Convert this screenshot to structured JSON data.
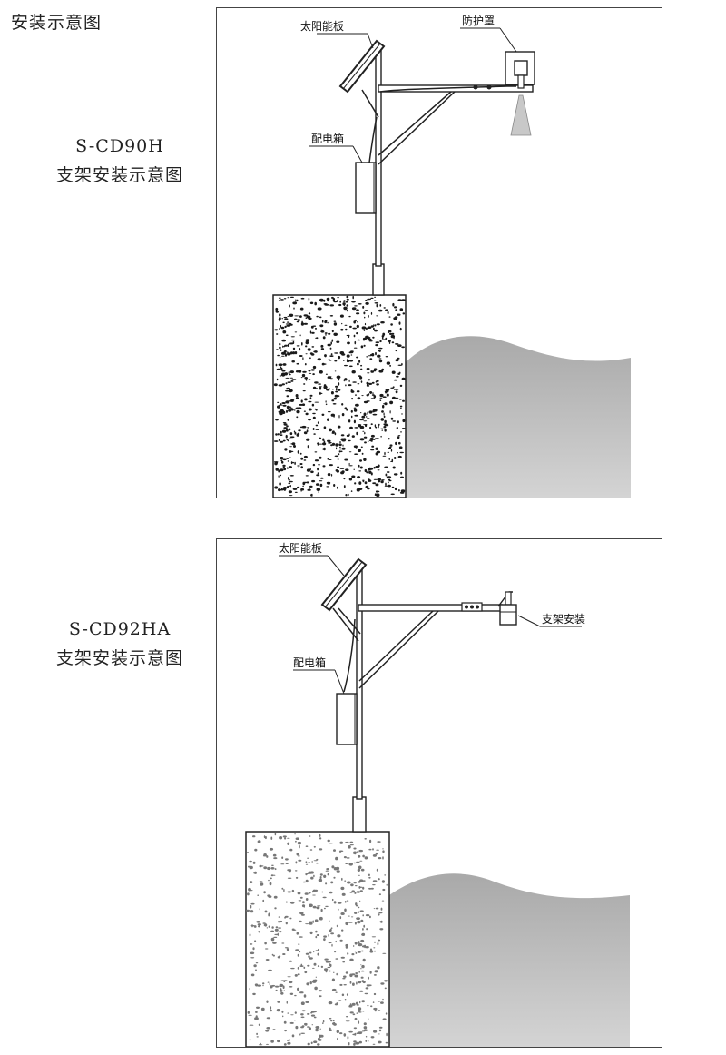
{
  "page_title": "安装示意图",
  "diagram1": {
    "model": "S-CD90H",
    "description": "支架安装示意图",
    "labels": {
      "solar_panel": "太阳能板",
      "protective_cover": "防护罩",
      "distribution_box": "配电箱"
    }
  },
  "diagram2": {
    "model": "S-CD92HA",
    "description": "支架安装示意图",
    "labels": {
      "solar_panel": "太阳能板",
      "distribution_box": "配电箱",
      "bracket_install": "支架安装"
    }
  },
  "colors": {
    "line": "#222222",
    "water_top": "#a9a9a9",
    "water_bottom": "#d4d4d4"
  }
}
